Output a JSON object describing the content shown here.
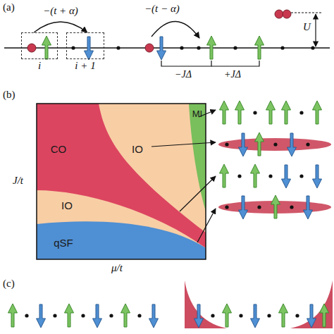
{
  "diagram": {
    "nodes": [
      {
        "text": [
          "i"
        ]
      },
      {
        "text": [
          "i + 1"
        ]
      },
      {
        "text": [
          "CO"
        ]
      },
      {
        "text": [
          "IO"
        ]
      },
      {
        "text": [
          "MI"
        ]
      },
      {
        "text": [
          "IO"
        ]
      },
      {
        "text": [
          "qSF"
        ]
      }
    ],
    "edges": [
      {
        "from": 0,
        "to": 1,
        "arrow": "to",
        "label": "−(t + α)"
      }
    ],
    "labels": [
      "(a)",
      "−(t − α)",
      "U",
      "−JΔ",
      "+JΔ",
      "(b)",
      "J/t",
      "μ/t",
      "(c)"
    ]
  }
}
